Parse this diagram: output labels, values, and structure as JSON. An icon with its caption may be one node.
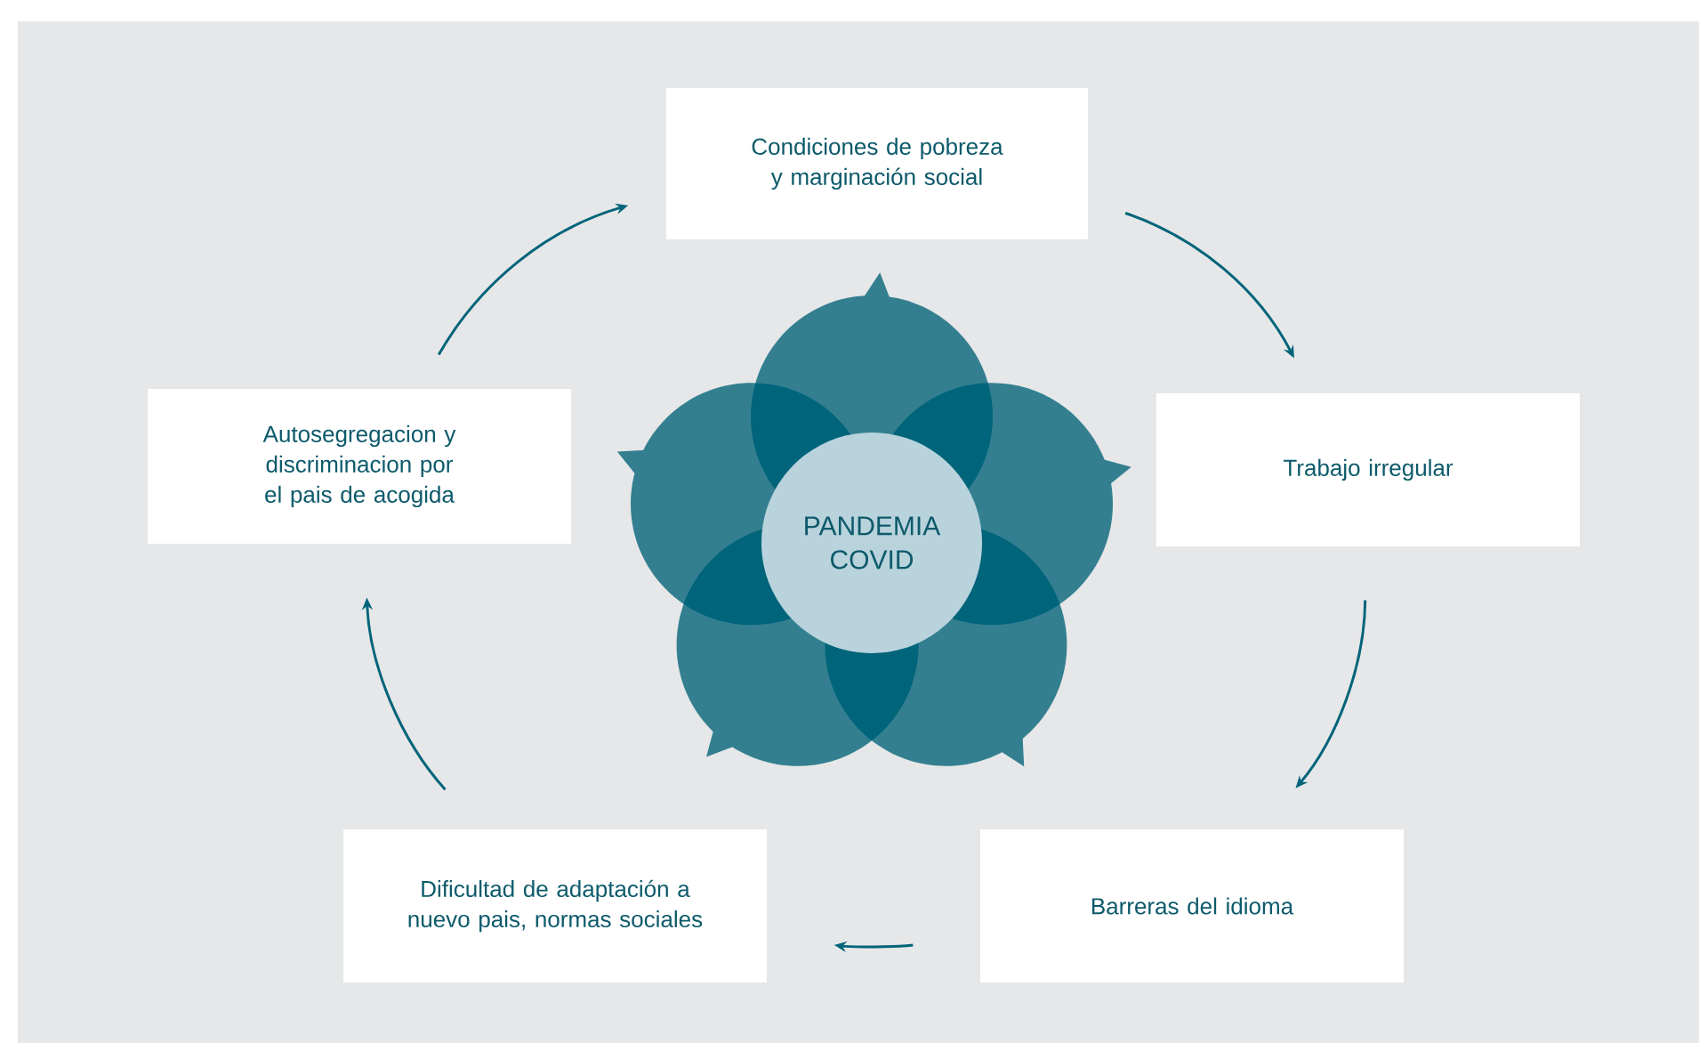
{
  "diagram": {
    "nodes": [
      {
        "text": [
          "Condiciones de pobreza y marginación social"
        ]
      },
      {
        "text": [
          "Trabajo irregular"
        ]
      },
      {
        "text": [
          "Barreras del idioma"
        ]
      },
      {
        "text": [
          "Dificultad de adaptación a nuevo pais, normas sociales"
        ]
      },
      {
        "text": [
          "Autosegregacion y discriminacion por el pais de acogida"
        ]
      },
      {
        "text": [
          "PANDEMIA COVID"
        ]
      }
    ],
    "edges": [
      {
        "from": 0,
        "to": 1,
        "arrow": "to"
      },
      {
        "from": 1,
        "to": 2,
        "arrow": "to"
      },
      {
        "from": 2,
        "to": 3,
        "arrow": "to"
      },
      {
        "from": 3,
        "to": 4,
        "arrow": "to"
      },
      {
        "from": 4,
        "to": 0,
        "arrow": "to"
      }
    ]
  }
}
